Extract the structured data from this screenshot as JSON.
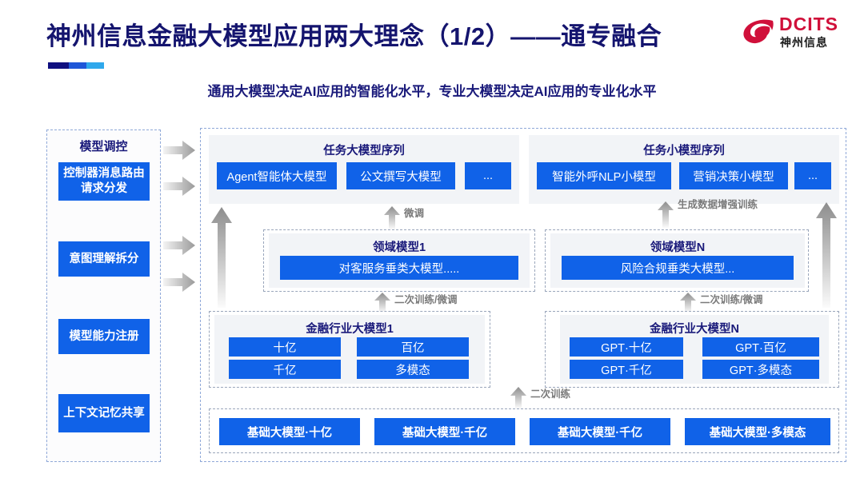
{
  "header": {
    "title": "神州信息金融大模型应用两大理念（1/2）——通专融合",
    "subtitle": "通用大模型决定AI应用的智能化水平，专业大模型决定AI应用的专业化水平",
    "logo": {
      "name": "DCITS",
      "sub": "神州信息",
      "mark_icon": "dcits-swirl-icon",
      "brand_color": "#d0103a"
    }
  },
  "colors": {
    "title_navy": "#14146e",
    "chip_blue": "#1062e8",
    "panel_gray": "#f2f4f7",
    "dash_border": "#8fa8d8",
    "arrow_gray": "#9a9a9a"
  },
  "sidebar": {
    "title": "模型调控",
    "items": [
      {
        "label": "控制器消息路由请求分发"
      },
      {
        "label": "意图理解拆分"
      },
      {
        "label": "模型能力注册"
      },
      {
        "label": "上下文记忆共享"
      }
    ]
  },
  "flow_arrows": {
    "side": [
      {
        "name": "sidebar-arrow-1"
      },
      {
        "name": "sidebar-arrow-2"
      },
      {
        "name": "sidebar-arrow-3"
      },
      {
        "name": "sidebar-arrow-4"
      }
    ],
    "labels": {
      "fine_tune": "微调",
      "gen_data_aug": "生成数据增强训练",
      "retrain_finetune_left": "二次训练/微调",
      "retrain_finetune_right": "二次训练/微调",
      "retrain": "二次训练"
    }
  },
  "main": {
    "task_large": {
      "title": "任务大模型序列",
      "chips": [
        "Agent智能体大模型",
        "公文撰写大模型",
        "..."
      ]
    },
    "task_small": {
      "title": "任务小模型序列",
      "chips": [
        "智能外呼NLP小模型",
        "营销决策小模型",
        "..."
      ]
    },
    "domain_left": {
      "title": "领域模型1",
      "chips": [
        "对客服务垂类大模型....."
      ]
    },
    "domain_right": {
      "title": "领域模型N",
      "chips": [
        "风险合规垂类大模型..."
      ]
    },
    "industry_left": {
      "title": "金融行业大模型1",
      "chips": [
        "十亿",
        "百亿",
        "千亿",
        "多模态"
      ]
    },
    "industry_right": {
      "title": "金融行业大模型N",
      "chips": [
        "GPT·十亿",
        "GPT·百亿",
        "GPT·千亿",
        "GPT·多模态"
      ]
    },
    "foundation": {
      "chips": [
        "基础大模型·十亿",
        "基础大模型·千亿",
        "基础大模型·千亿",
        "基础大模型·多模态"
      ]
    }
  }
}
